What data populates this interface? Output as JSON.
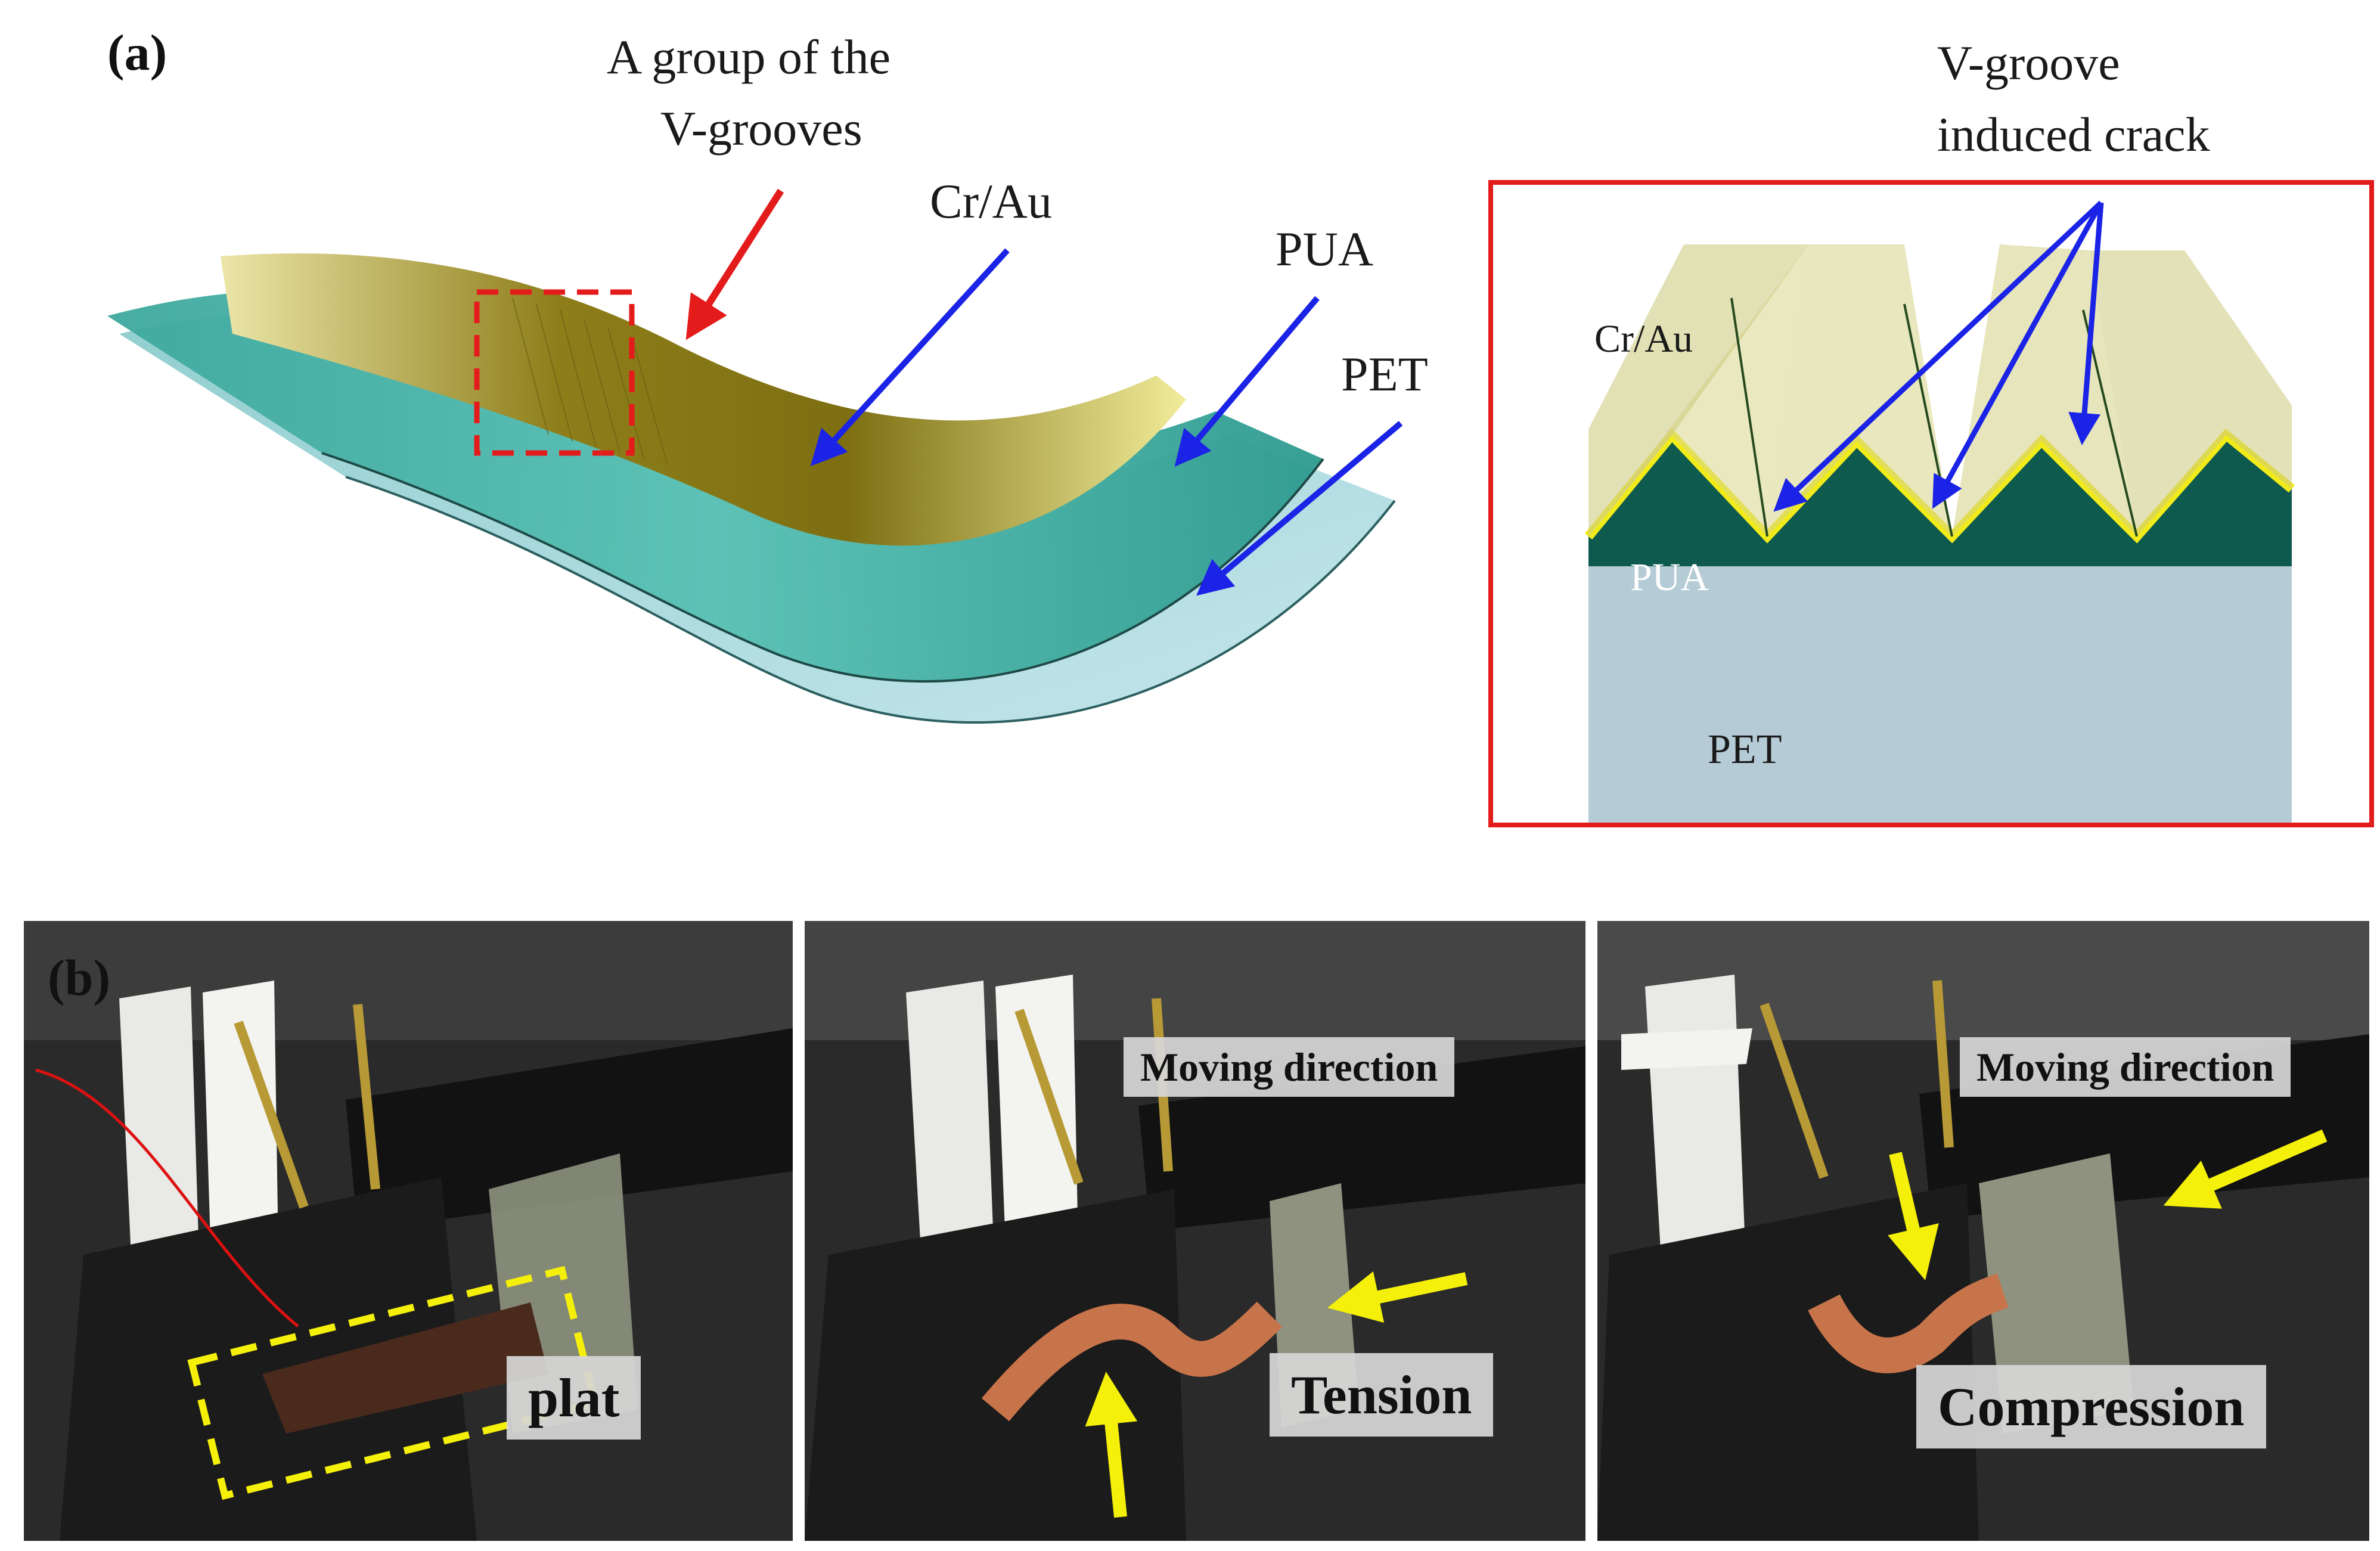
{
  "panel_a": {
    "letter": "(a)",
    "label_vgroup_line1": "A group of the",
    "label_vgroup_line2": "V-grooves",
    "label_crau": "Cr/Au",
    "label_pua": "PUA",
    "label_pet": "PET",
    "inset": {
      "title_line1": "V-groove",
      "title_line2": "induced crack",
      "label_crau": "Cr/Au",
      "label_pua": "PUA",
      "label_pet": "PET"
    }
  },
  "panel_b": {
    "letter": "(b)",
    "photos": [
      {
        "state_label": "plat"
      },
      {
        "moving_label": "Moving direction",
        "state_label": "Tension"
      },
      {
        "moving_label": "Moving direction",
        "state_label": "Compression"
      }
    ]
  },
  "colors": {
    "pet": "#a8d6dc",
    "pua": "#4fb8ad",
    "gold_light": "#eae6a6",
    "gold_dark": "#8a7a14",
    "red_arrow": "#e41b1b",
    "blue_arrow": "#1a23e6",
    "yellow_arrow": "#f5f00a",
    "inset_border": "#e21b1b",
    "inset_pet": "#b5cbd5",
    "inset_pua": "#0e5a4e"
  }
}
